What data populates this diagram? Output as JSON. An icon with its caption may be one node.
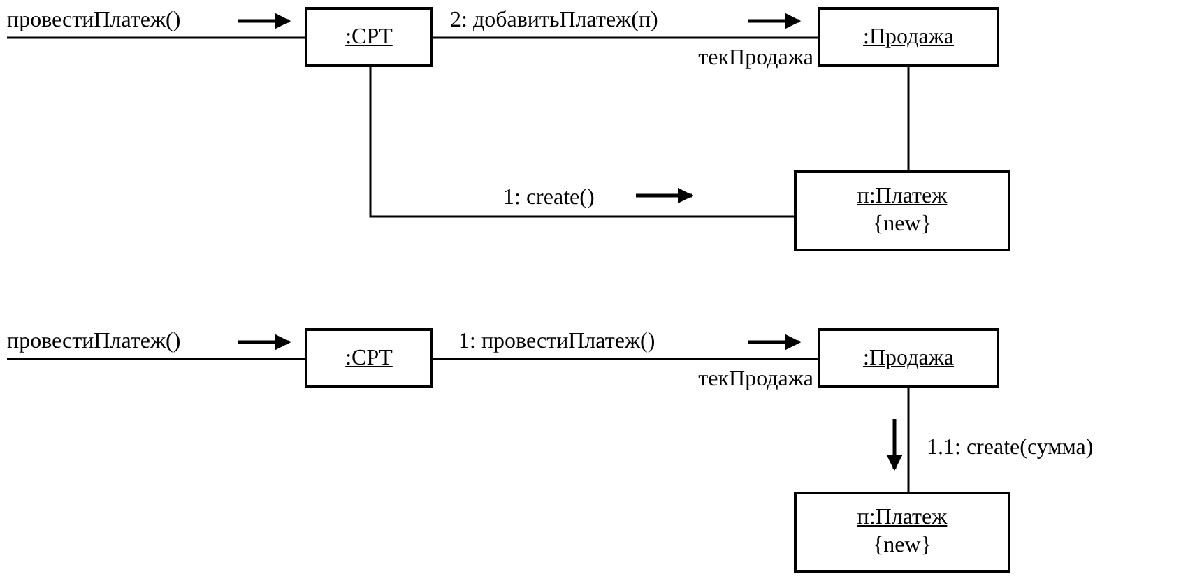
{
  "diagram": {
    "nodes": [
      {
        "text": [
          ":CPT"
        ]
      },
      {
        "text": [
          ":Продажа"
        ]
      },
      {
        "text": [
          "п:Платеж",
          "{new}"
        ]
      },
      {
        "text": [
          ":CPT"
        ]
      },
      {
        "text": [
          ":Продажа"
        ]
      },
      {
        "text": [
          "п:Платеж",
          "{new}"
        ]
      }
    ],
    "edges": [
      {
        "from": null,
        "to": 0,
        "arrow": "none",
        "label": "провестиПлатеж()"
      },
      {
        "from": 0,
        "to": 1,
        "arrow": "none",
        "label": "2: добавитьПлатеж(п)"
      },
      {
        "from": 1,
        "to": 2,
        "arrow": "none"
      },
      {
        "from": 0,
        "to": 2,
        "arrow": "none",
        "label": "1: create()"
      },
      {
        "from": null,
        "to": 3,
        "arrow": "none",
        "label": "провестиПлатеж()"
      },
      {
        "from": 3,
        "to": 4,
        "arrow": "none",
        "label": "1: провестиПлатеж()"
      },
      {
        "from": 4,
        "to": 5,
        "arrow": "none",
        "label": "1.1: create(сумма)"
      }
    ],
    "labels": [
      "текПродажа",
      "текПродажа"
    ]
  }
}
